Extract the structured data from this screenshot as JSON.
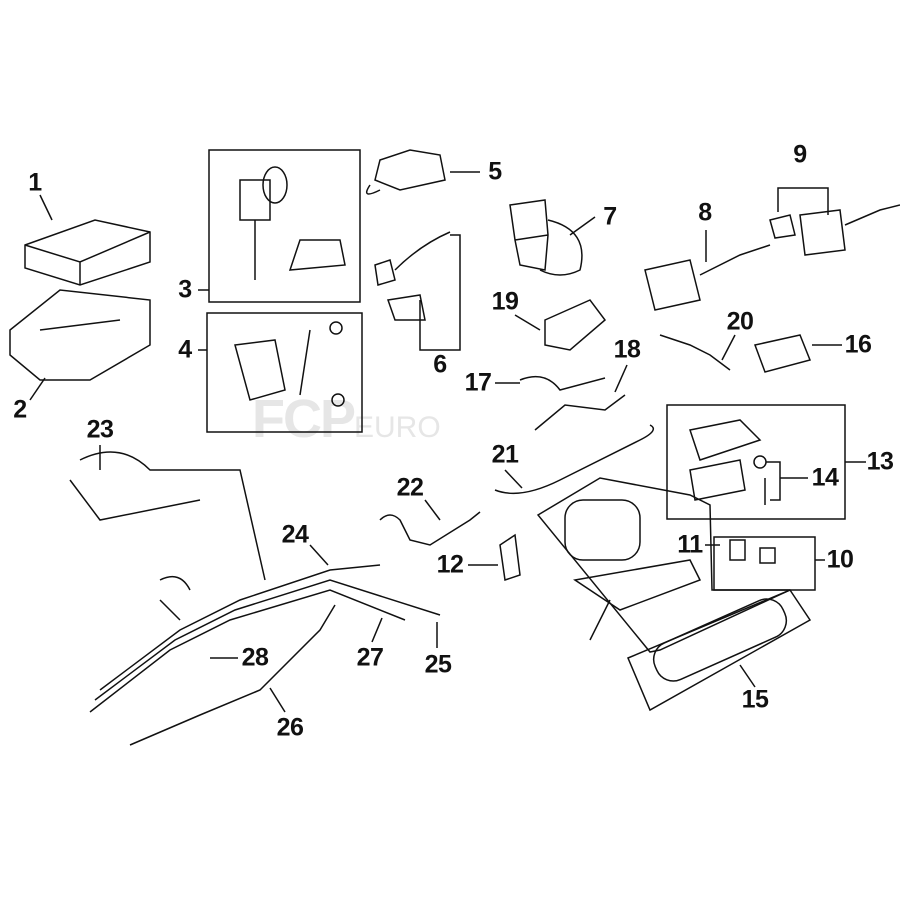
{
  "watermark": {
    "main": "FCP",
    "suffix": "EURO"
  },
  "callouts": [
    "1",
    "2",
    "3",
    "4",
    "5",
    "6",
    "7",
    "8",
    "9",
    "10",
    "11",
    "12",
    "13",
    "14",
    "15",
    "16",
    "17",
    "18",
    "19",
    "20",
    "21",
    "22",
    "23",
    "24",
    "25",
    "26",
    "27",
    "28"
  ],
  "colors": {
    "ink": "#111111",
    "watermark": "#e6e6e6"
  }
}
